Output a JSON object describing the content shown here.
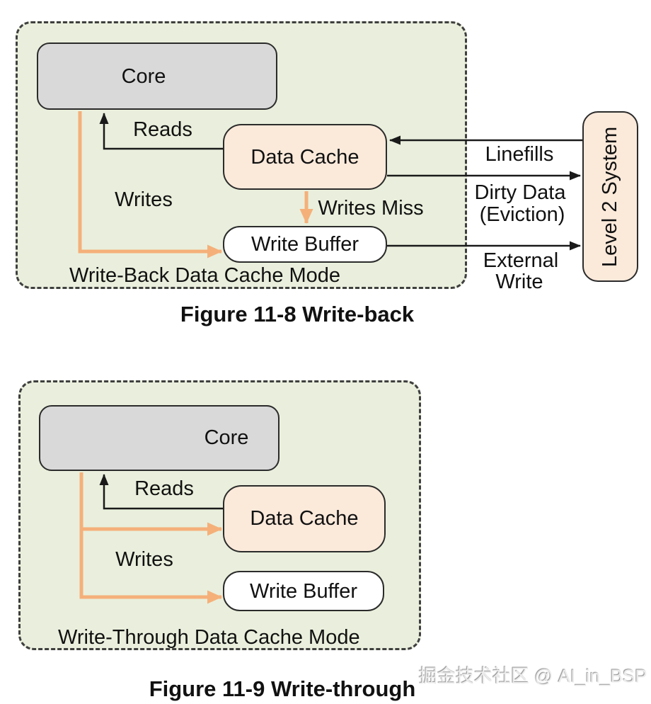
{
  "figure_writeback": {
    "caption": "Figure 11-8 Write-back",
    "mode_label": "Write-Back Data Cache Mode",
    "boxes": {
      "core": "Core",
      "data_cache": "Data Cache",
      "write_buffer": "Write Buffer",
      "level2": "Level 2 System"
    },
    "labels": {
      "reads": "Reads",
      "writes": "Writes",
      "writes_miss": "Writes Miss",
      "linefills": "Linefills",
      "dirty_data_line1": "Dirty Data",
      "dirty_data_line2": "(Eviction)",
      "external_line1": "External",
      "external_line2": "Write"
    }
  },
  "figure_writethrough": {
    "caption": "Figure 11-9 Write-through",
    "mode_label": "Write-Through Data Cache Mode",
    "boxes": {
      "core": "Core",
      "data_cache": "Data Cache",
      "write_buffer": "Write Buffer"
    },
    "labels": {
      "reads": "Reads",
      "writes": "Writes"
    }
  },
  "watermark": "掘金技术社区 @ AI_in_BSP",
  "colors": {
    "panel_fill": "#e9efdc",
    "core_fill": "#d9d9d9",
    "cache_fill": "#fbe9da",
    "buffer_fill": "#ffffff",
    "arrow_orange": "#f5b07a",
    "line_black": "#1a1a1a"
  }
}
